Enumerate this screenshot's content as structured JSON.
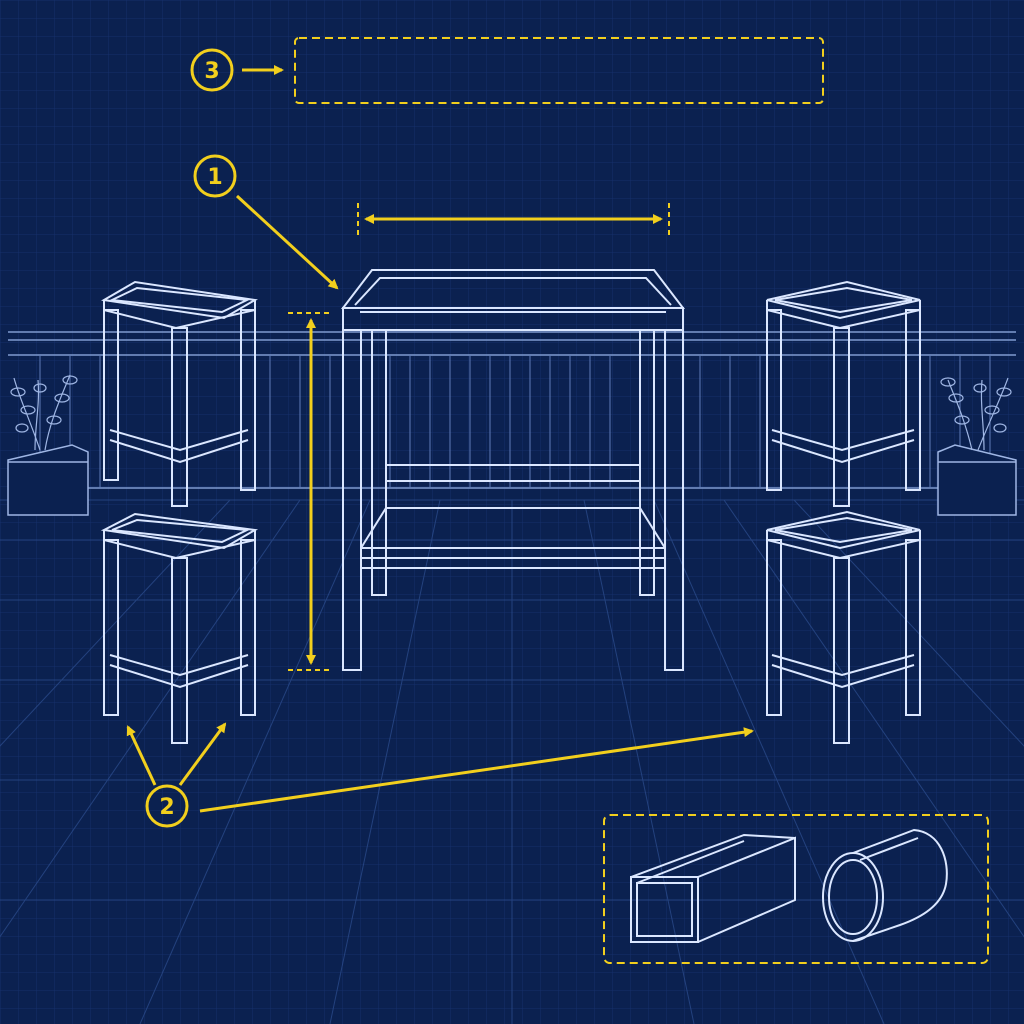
{
  "callouts": [
    {
      "id": "callout-1",
      "number": "1"
    },
    {
      "id": "callout-2",
      "number": "2"
    },
    {
      "id": "callout-3",
      "number": "3"
    }
  ],
  "label_box": {
    "text": ""
  },
  "colors": {
    "background": "#0b2150",
    "grid": "#1a3468",
    "line": "#cfe0ff",
    "accent": "#f2cf1d"
  },
  "materials": [
    "square-tube-icon",
    "round-tube-icon"
  ]
}
